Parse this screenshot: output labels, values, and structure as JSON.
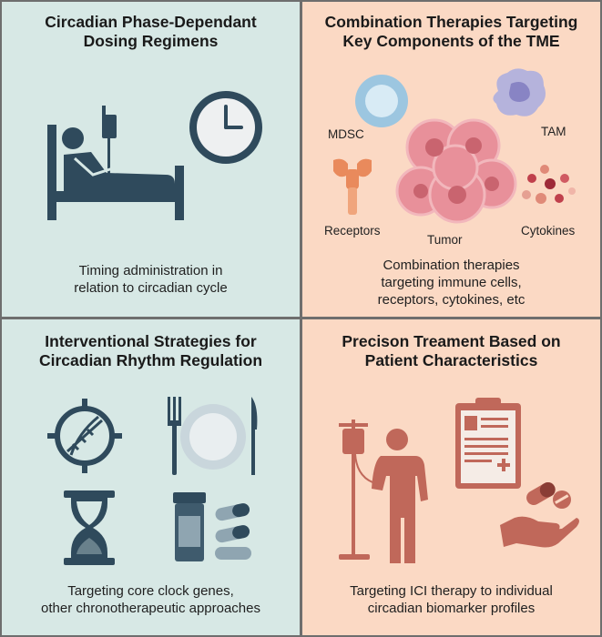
{
  "panels": {
    "dosing": {
      "title": [
        "Circadian Phase-Dependant",
        "Dosing Regimens"
      ],
      "caption": [
        "Timing administration in",
        "relation to circadian cycle"
      ],
      "icons": [
        "hospital-bed-patient-icon",
        "clock-icon"
      ],
      "colors": {
        "bg": "#d7e8e5",
        "icon": "#2f4a5c"
      }
    },
    "combination": {
      "title": [
        "Combination Therapies Targeting",
        "Key Components of the TME"
      ],
      "labels": {
        "mdsc": "MDSC",
        "tam": "TAM",
        "receptors": "Receptors",
        "tumor": "Tumor",
        "cytokines": "Cytokines"
      },
      "caption": [
        "Combination therapies",
        "targeting immune cells,",
        "receptors, cytokines, etc"
      ],
      "colors": {
        "bg": "#fbd9c4",
        "tumor": "#e8909a"
      }
    },
    "interventional": {
      "title": [
        "Interventional Strategies for",
        "Circadian Rhythm Regulation"
      ],
      "caption": [
        "Targeting core clock genes,",
        "other chronotherapeutic approaches"
      ],
      "icons": [
        "dna-target-icon",
        "plate-cutlery-icon",
        "hourglass-icon",
        "pill-bottle-icon"
      ],
      "colors": {
        "bg": "#d7e8e5",
        "icon": "#2f4a5c"
      }
    },
    "precision": {
      "title": [
        "Precison Treament Based on",
        "Patient Characteristics"
      ],
      "caption": [
        "Targeting ICI therapy to individual",
        "circadian biomarker profiles"
      ],
      "icons": [
        "iv-patient-icon",
        "clipboard-icon",
        "hand-pills-icon"
      ],
      "colors": {
        "bg": "#fbd9c4",
        "icon": "#c0685a"
      }
    }
  }
}
